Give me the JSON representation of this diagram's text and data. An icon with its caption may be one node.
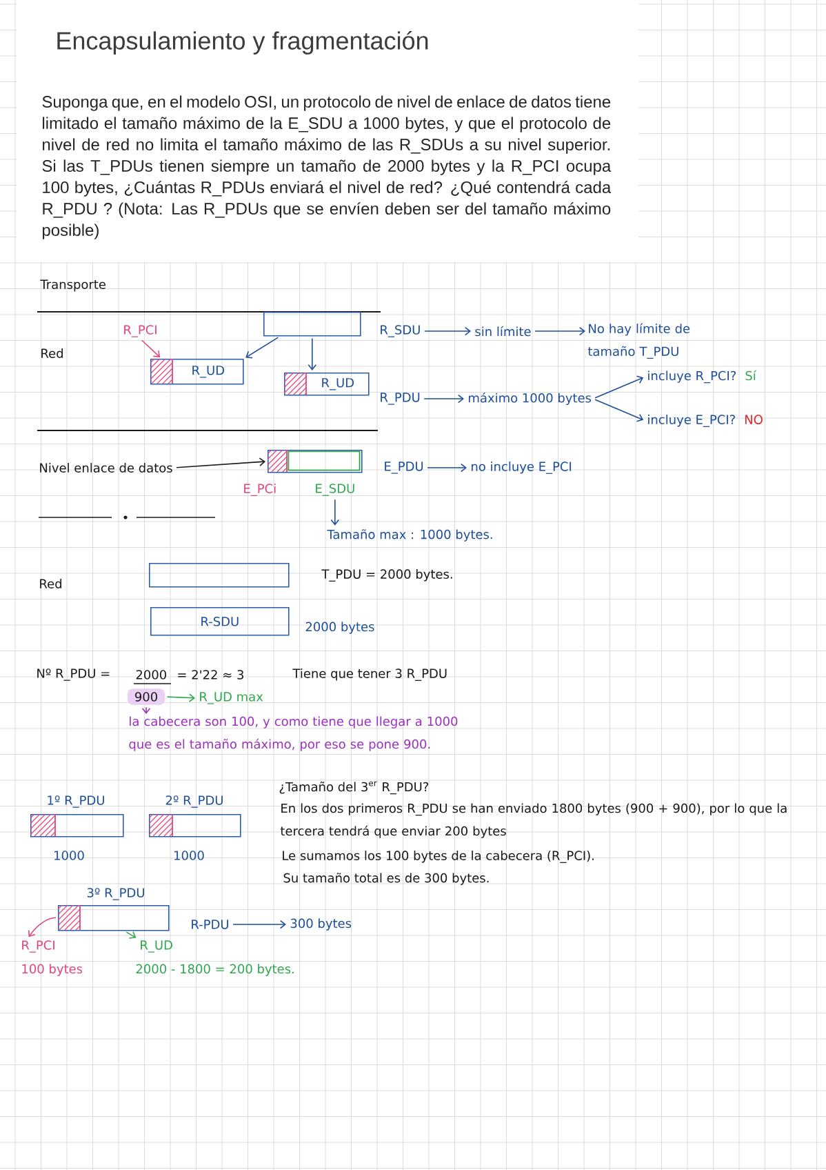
{
  "diagram": {
    "title": "Encapsulamiento y fragmentación",
    "nodes": [
      {
        "text": [],
        "shape": "box"
      },
      {
        "text": [
          "R_PCI"
        ]
      },
      {
        "text": [
          "R_UD"
        ]
      },
      {
        "text": [],
        "shape": "box",
        "in": 2
      },
      {
        "text": [
          "R_UD"
        ]
      },
      {
        "text": [
          "R_SDU"
        ]
      },
      {
        "text": [
          "sin límite"
        ]
      },
      {
        "text": [
          "No hay límite de tamaño T_PDU"
        ]
      },
      {
        "text": [
          "R_PDU"
        ]
      },
      {
        "text": [
          "máximo 1000 bytes"
        ]
      },
      {
        "text": [
          "incluye R_PCI?",
          "Sí"
        ]
      },
      {
        "text": [
          "incluye E_PCI?",
          "NO"
        ]
      },
      {
        "text": [
          "Nivel enlace de datos"
        ]
      },
      {
        "text": [],
        "shape": "box"
      },
      {
        "text": [
          "E_PDU"
        ]
      },
      {
        "text": [
          "no incluye E_PCI"
        ]
      },
      {
        "text": [
          "E_SDU"
        ]
      },
      {
        "text": [
          "Tamaño max : 1000 bytes."
        ]
      },
      {
        "text": [],
        "shape": "box",
        "beside": [
          "T_PDU = 2000 bytes."
        ]
      },
      {
        "text": [
          "R-SDU"
        ],
        "beside": [
          "2000 bytes"
        ]
      },
      {
        "text": [
          "900"
        ]
      },
      {
        "text": [
          "R_UD max"
        ]
      },
      {
        "text": [
          "la cabecera son 100, y como tiene que llegar a 1000 que es el tamaño máximo, por eso se pone 900."
        ]
      },
      {
        "text": [
          "1º R_PDU"
        ],
        "beside": [
          "1000"
        ]
      },
      {
        "text": [
          "2º R_PDU"
        ],
        "beside": [
          "1000"
        ]
      },
      {
        "text": [
          "3º R_PDU"
        ]
      },
      {
        "text": [],
        "shape": "box",
        "in": 25
      },
      {
        "text": [
          "R_PCI"
        ],
        "beside": [
          "100 bytes"
        ]
      },
      {
        "text": [
          "R_UD"
        ],
        "beside": [
          "2000 - 1800 = 200 bytes."
        ]
      },
      {
        "text": [
          "R-PDU"
        ]
      },
      {
        "text": [
          "300 bytes"
        ]
      }
    ],
    "edges": [
      {
        "from": 1,
        "to": 3,
        "arrow": "to",
        "color": "#e0457b"
      },
      {
        "from": 0,
        "to": 2,
        "arrow": "to"
      },
      {
        "from": 0,
        "to": 4,
        "arrow": "to"
      },
      {
        "from": 5,
        "to": 6,
        "arrow": "to"
      },
      {
        "from": 6,
        "to": 7,
        "arrow": "to"
      },
      {
        "from": 8,
        "to": 9,
        "arrow": "to"
      },
      {
        "from": 9,
        "to": 10,
        "arrow": "to"
      },
      {
        "from": 9,
        "to": 11,
        "arrow": "to"
      },
      {
        "from": 12,
        "to": 13,
        "arrow": "to",
        "color": "#1a1a1a"
      },
      {
        "from": 14,
        "to": 15,
        "arrow": "to"
      },
      {
        "from": 16,
        "to": 17,
        "arrow": "to"
      },
      {
        "from": 20,
        "to": 21,
        "arrow": "to",
        "color": "#2ea84c"
      },
      {
        "from": 20,
        "to": 22,
        "arrow": "to",
        "color": "#9c2fbf"
      },
      {
        "from": 26,
        "to": 27,
        "arrow": "to",
        "color": "#e0457b"
      },
      {
        "from": 25,
        "to": 28,
        "arrow": "to",
        "color": "#2ea84c"
      },
      {
        "from": 29,
        "to": 30,
        "arrow": "to"
      }
    ],
    "labels": [
      "Suponga que, en el modelo OSI, un protocolo de nivel de enlace de datos tiene limitado el tamaño máximo de la E_SDU a 1000 bytes, y que el protocolo de nivel de red no limita el tamaño máximo de las R_SDUs a su nivel superior. Si las T_PDUs tienen siempre un tamaño de 2000 bytes y la R_PCI ocupa 100 bytes, ¿Cuántas R_PDUs enviará el nivel de red? ¿Qué contendrá cada R_PDU ? (Nota: Las R_PDUs que se envíen deben ser del tamaño máximo posible)",
      "Transporte",
      "Red",
      "E_PCi",
      "Red",
      "Nº R_PDU =",
      "2000",
      "= 2'22 ≈ 3",
      "Tiene que tener 3 R_PDU",
      "¿Tamaño del 3$^{er}$ R_PDU?",
      "En los dos primeros R_PDU se han enviado 1800 bytes (900 + 900), por lo que la tercera tendrá que enviar 200 bytes",
      "Le sumamos los 100 bytes de la cabecera (R_PCI).",
      "Su tamaño total es de 300 bytes."
    ]
  }
}
